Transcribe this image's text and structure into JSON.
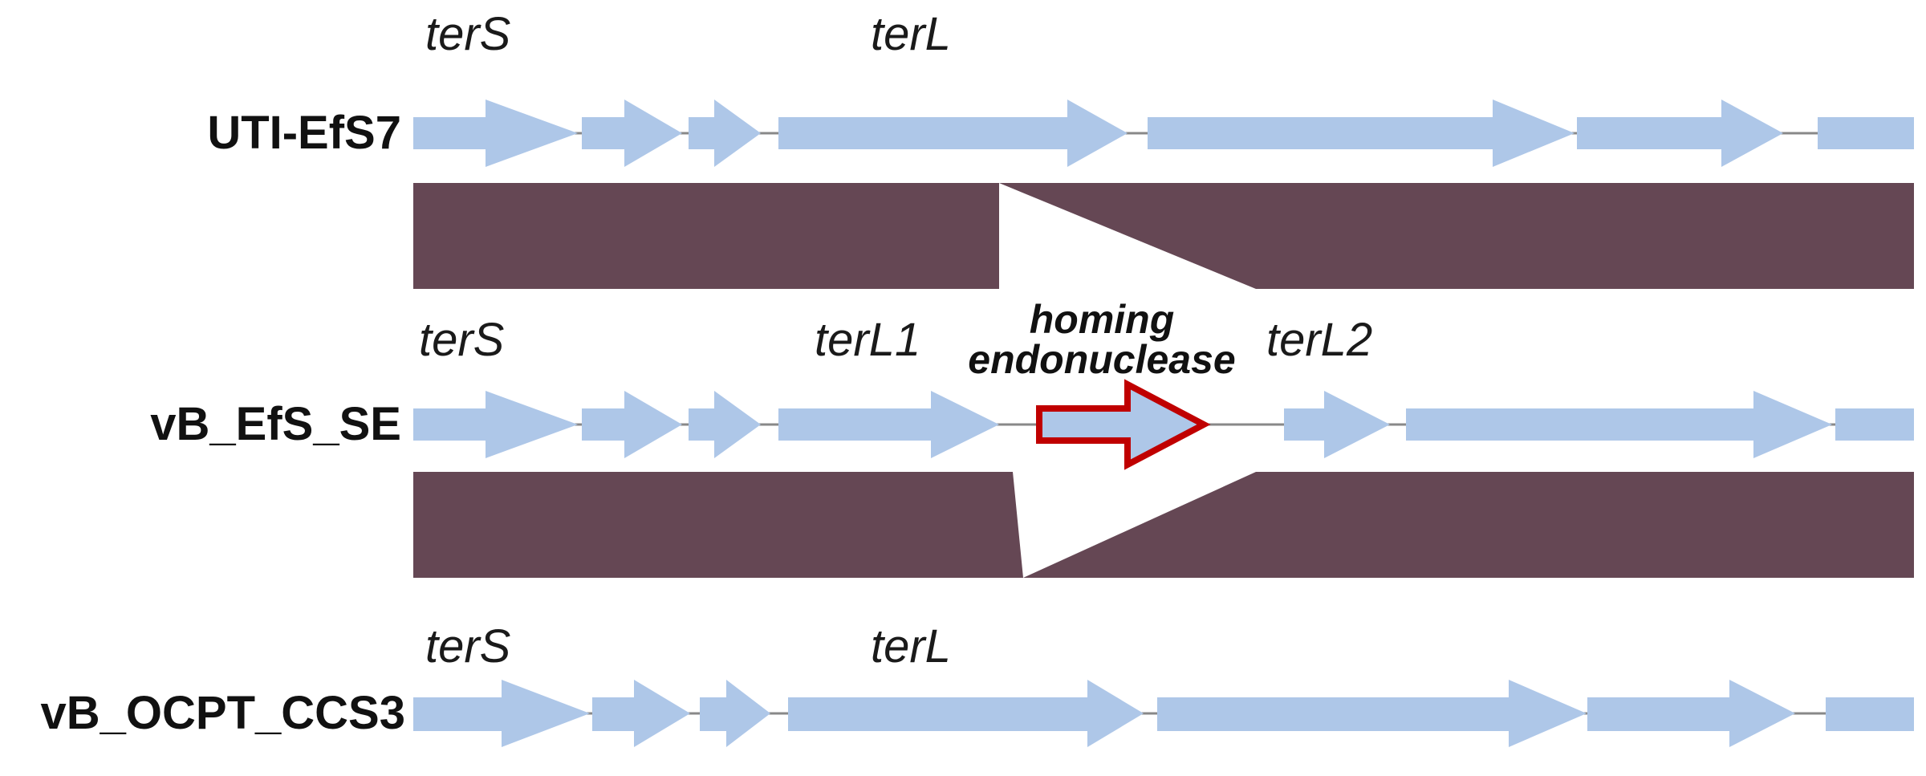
{
  "colors": {
    "gene_fill": "#aec7e8",
    "backbone": "#888888",
    "homology_band": "#654754",
    "highlight_outline": "#c00000"
  },
  "genomes": [
    {
      "name": "UTI-EfS7",
      "gene_labels": [
        "terS",
        "terL"
      ]
    },
    {
      "name": "vB_EfS_SE",
      "gene_labels": [
        "terS",
        "terL1",
        "terL2"
      ],
      "highlight_label": [
        "homing",
        "endonuclease"
      ]
    },
    {
      "name": "vB_OCPT_CCS3",
      "gene_labels": [
        "terS",
        "terL"
      ]
    }
  ]
}
